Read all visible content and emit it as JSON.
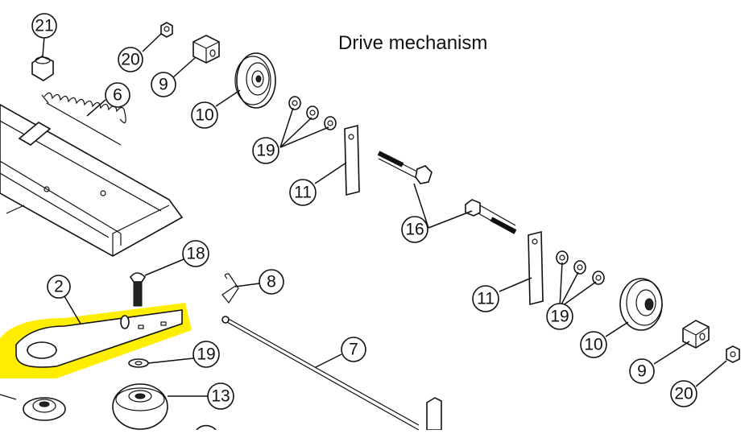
{
  "diagram": {
    "title": "Drive mechanism",
    "highlight_color": "#ffee00",
    "callouts": [
      {
        "id": "c21",
        "label": "21"
      },
      {
        "id": "c20a",
        "label": "20"
      },
      {
        "id": "c9a",
        "label": "9"
      },
      {
        "id": "c6",
        "label": "6"
      },
      {
        "id": "c10a",
        "label": "10"
      },
      {
        "id": "c19a",
        "label": "19"
      },
      {
        "id": "c11a",
        "label": "11"
      },
      {
        "id": "c16",
        "label": "16"
      },
      {
        "id": "c18",
        "label": "18"
      },
      {
        "id": "c2",
        "label": "2"
      },
      {
        "id": "c8",
        "label": "8"
      },
      {
        "id": "c11b",
        "label": "11"
      },
      {
        "id": "c19b",
        "label": "19"
      },
      {
        "id": "c10b",
        "label": "10"
      },
      {
        "id": "c7",
        "label": "7"
      },
      {
        "id": "c19c",
        "label": "19"
      },
      {
        "id": "c9b",
        "label": "9"
      },
      {
        "id": "c20b",
        "label": "20"
      },
      {
        "id": "c13",
        "label": "13"
      }
    ]
  }
}
